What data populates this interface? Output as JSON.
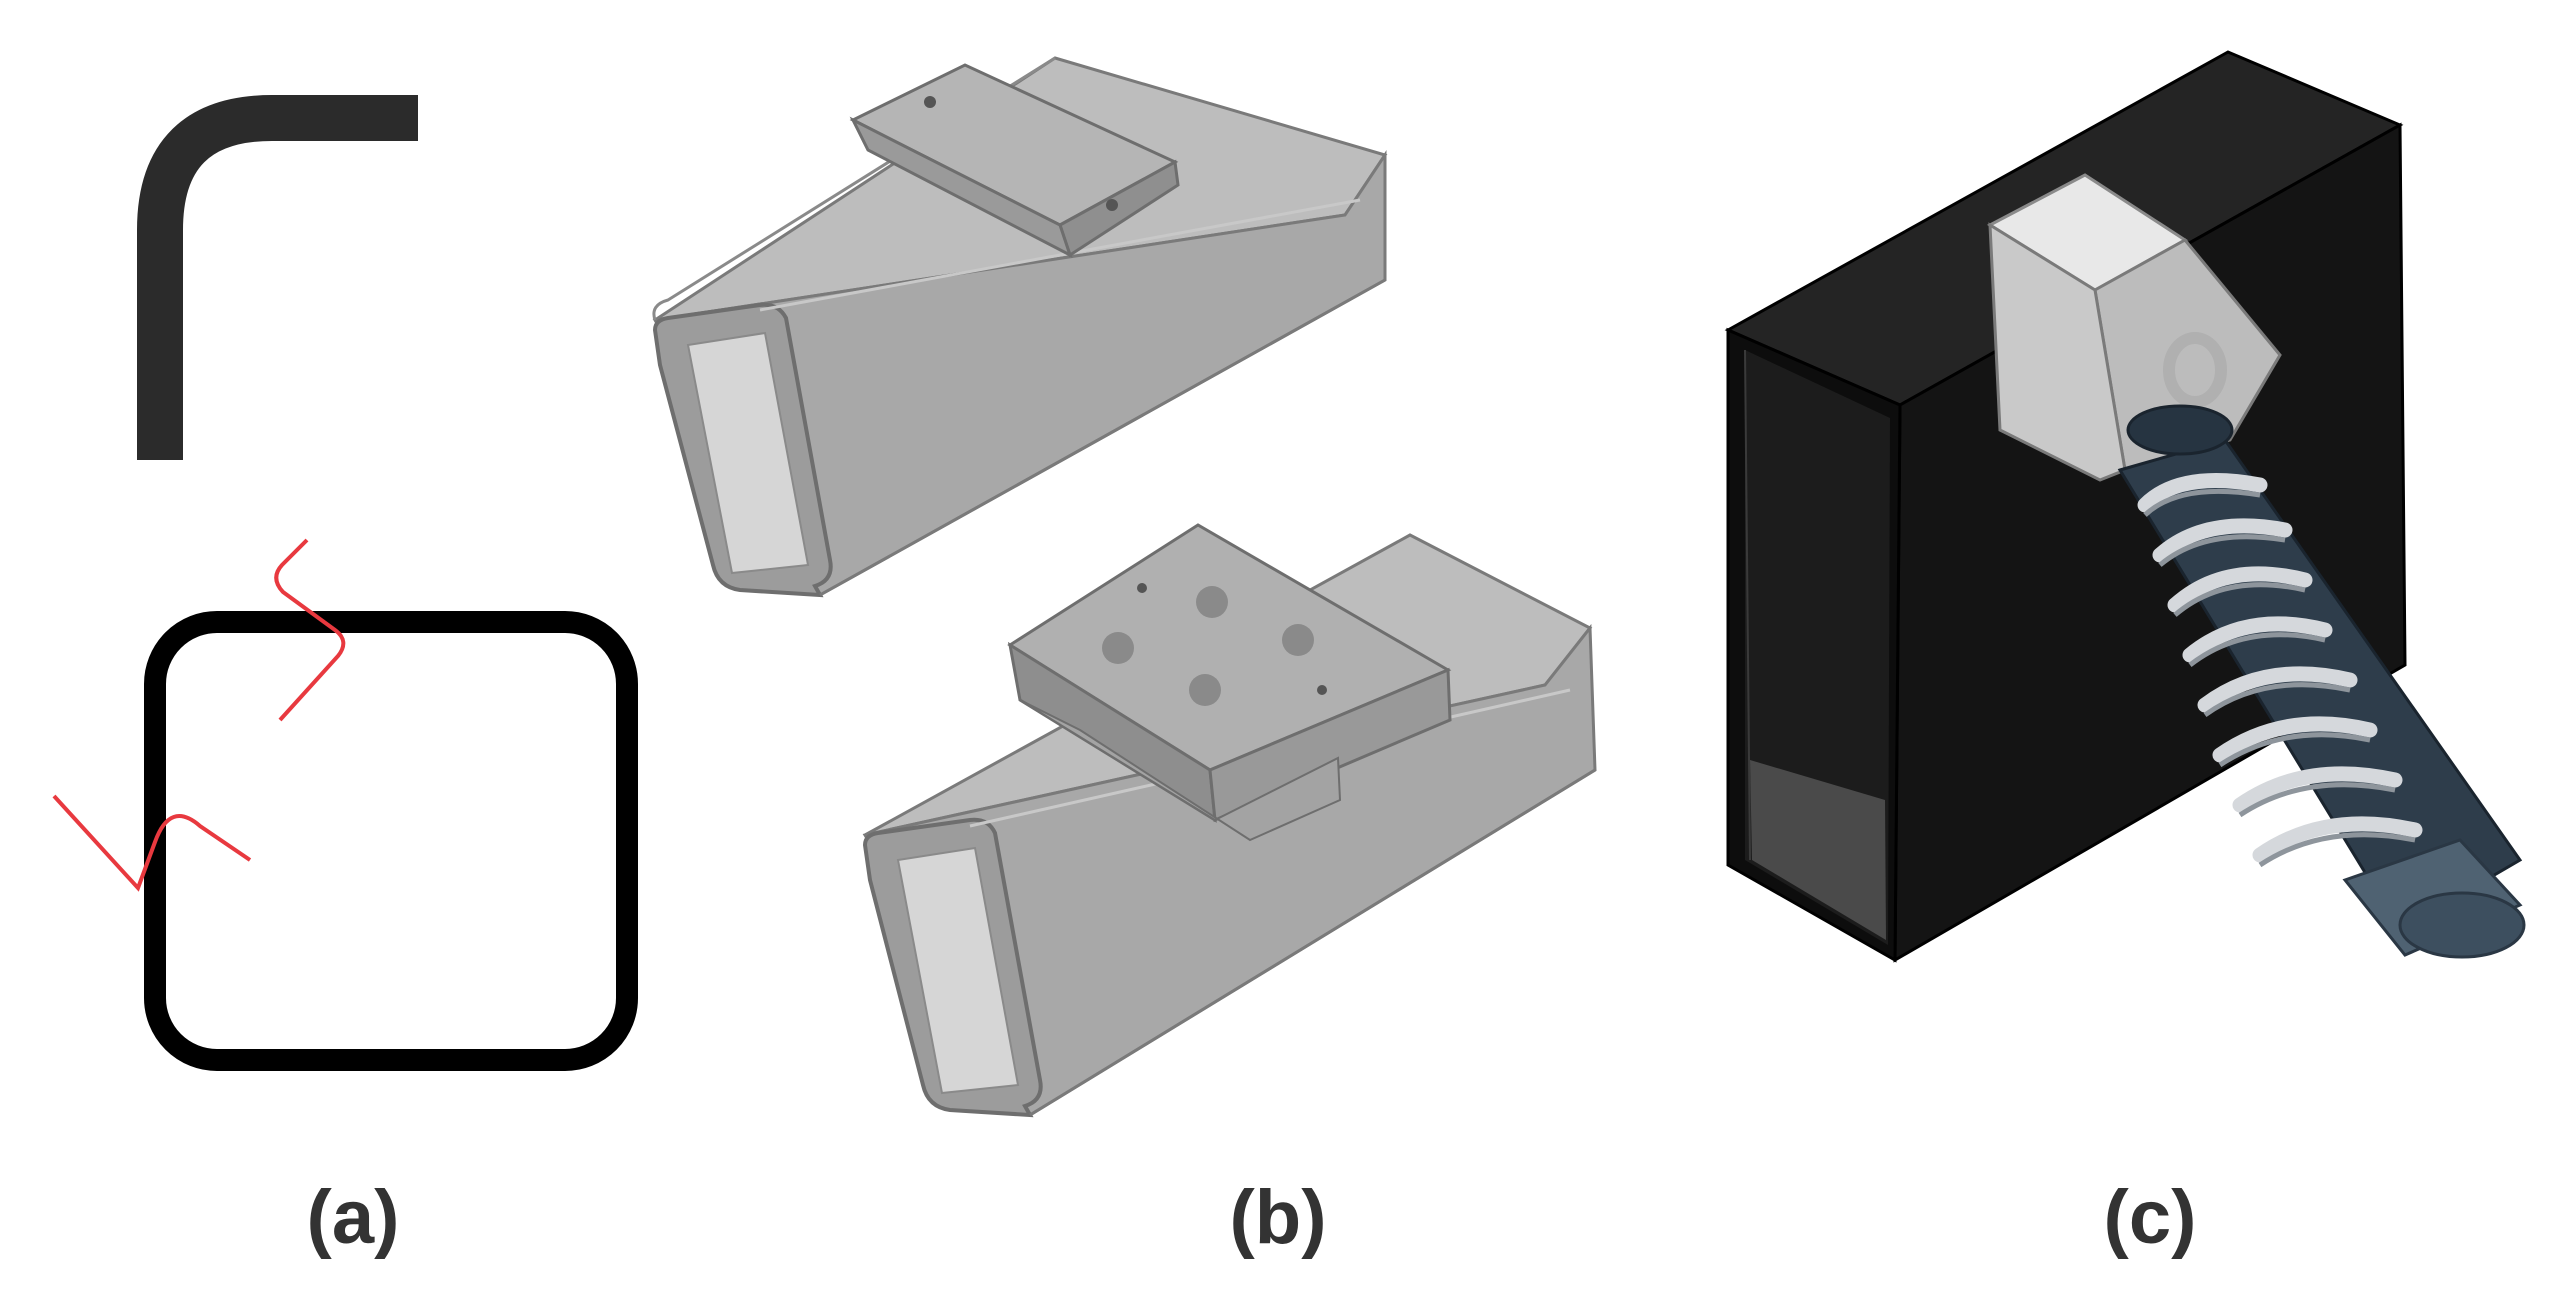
{
  "panels": [
    {
      "id": "a",
      "caption": "(a)"
    },
    {
      "id": "b",
      "caption": "(b)"
    },
    {
      "id": "c",
      "caption": "(c)"
    }
  ],
  "colors": {
    "profile_stroke": "#000000",
    "bent_bar": "#2b2b2b",
    "weld_marks": "#e8393f",
    "steel_light": "#c4c4c4",
    "steel_mid": "#a9a9a9",
    "steel_dark": "#8f8f8f",
    "black_tube": "#161616",
    "spring_coil": "#d5d8dc",
    "damper_body": "#3d4f5f"
  },
  "icons": [
    "bent-profile-icon",
    "rounded-rect-section-icon",
    "weld-mark-icon",
    "box-tube-icon",
    "mounting-plate-icon",
    "spring-damper-icon"
  ]
}
